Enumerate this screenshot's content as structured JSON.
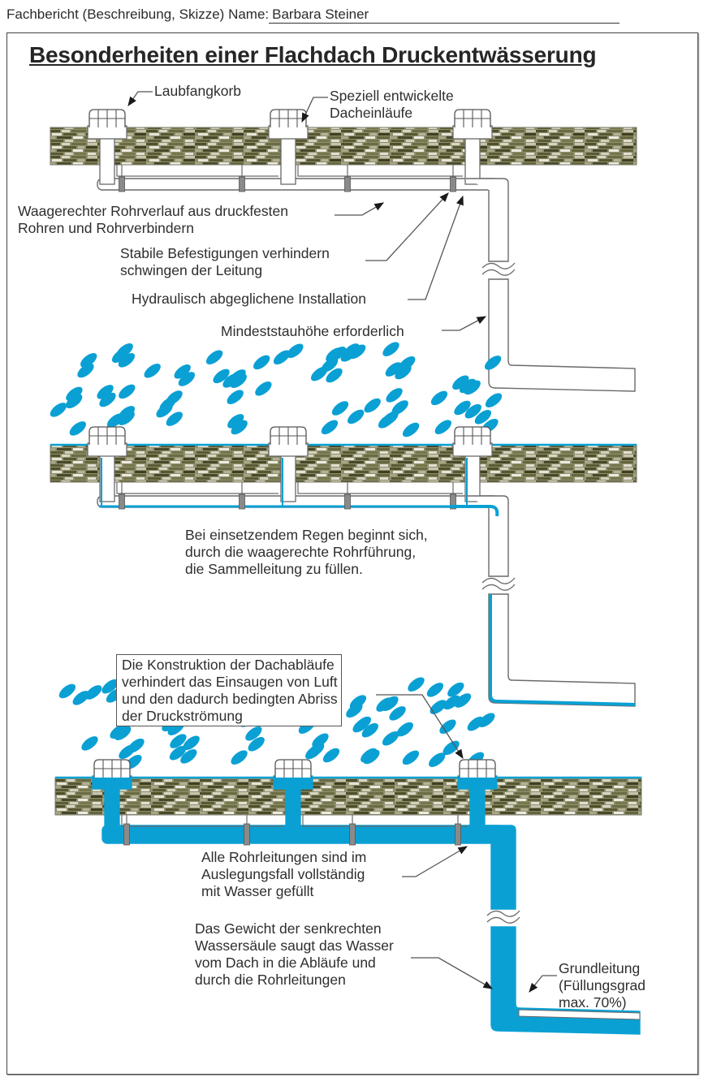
{
  "header": {
    "prefix": "Fachbericht (Beschreibung, Skizze) Name:",
    "name": "Barbara Steiner"
  },
  "title": "Besonderheiten einer Flachdach Druckentwässerung",
  "colors": {
    "water": "#0aa0d4",
    "line": "#666666",
    "text": "#2e2e2e"
  },
  "stages": [
    {
      "id": "empty",
      "rain": false,
      "fill": "empty",
      "labels": [
        {
          "key": "laubfangkorb",
          "text": "Laubfangkorb"
        },
        {
          "key": "dacheinlaeufe",
          "text": "Speziell entwickelte\nDacheinläufe"
        },
        {
          "key": "rohrverlauf",
          "text": "Waagerechter Rohrverlauf aus druckfesten\nRohren und Rohrverbindern"
        },
        {
          "key": "befestigungen",
          "text": "Stabile Befestigungen verhindern\nschwingen der Leitung"
        },
        {
          "key": "hydraulisch",
          "text": "Hydraulisch abgeglichene Installation"
        },
        {
          "key": "mindeststau",
          "text": "Mindeststauhöhe erforderlich"
        }
      ]
    },
    {
      "id": "filling",
      "rain": true,
      "fill": "partial",
      "labels": [
        {
          "key": "regen",
          "text": "Bei einsetzendem Regen beginnt sich,\ndurch die waagerechte Rohrführung,\ndie Sammelleitung zu füllen."
        }
      ]
    },
    {
      "id": "full",
      "rain": true,
      "fill": "full",
      "labels": [
        {
          "key": "konstruktion",
          "text": "Die Konstruktion der Dachabläufe\nverhindert das Einsaugen von Luft\nund den dadurch bedingten Abriss\nder Druckströmung"
        },
        {
          "key": "gefuellt",
          "text": "Alle Rohrleitungen sind im\nAuslegungsfall vollständig\nmit Wasser gefüllt"
        },
        {
          "key": "gewicht",
          "text": "Das Gewicht der senkrechten\nWassersäule saugt das Wasser\nvom Dach in die Abläufe und\ndurch die Rohrleitungen"
        },
        {
          "key": "grundleitung",
          "text": "Grundleitung\n(Füllungsgrad\nmax. 70%)"
        }
      ]
    }
  ],
  "grundleitung_fill_max_percent": 70
}
